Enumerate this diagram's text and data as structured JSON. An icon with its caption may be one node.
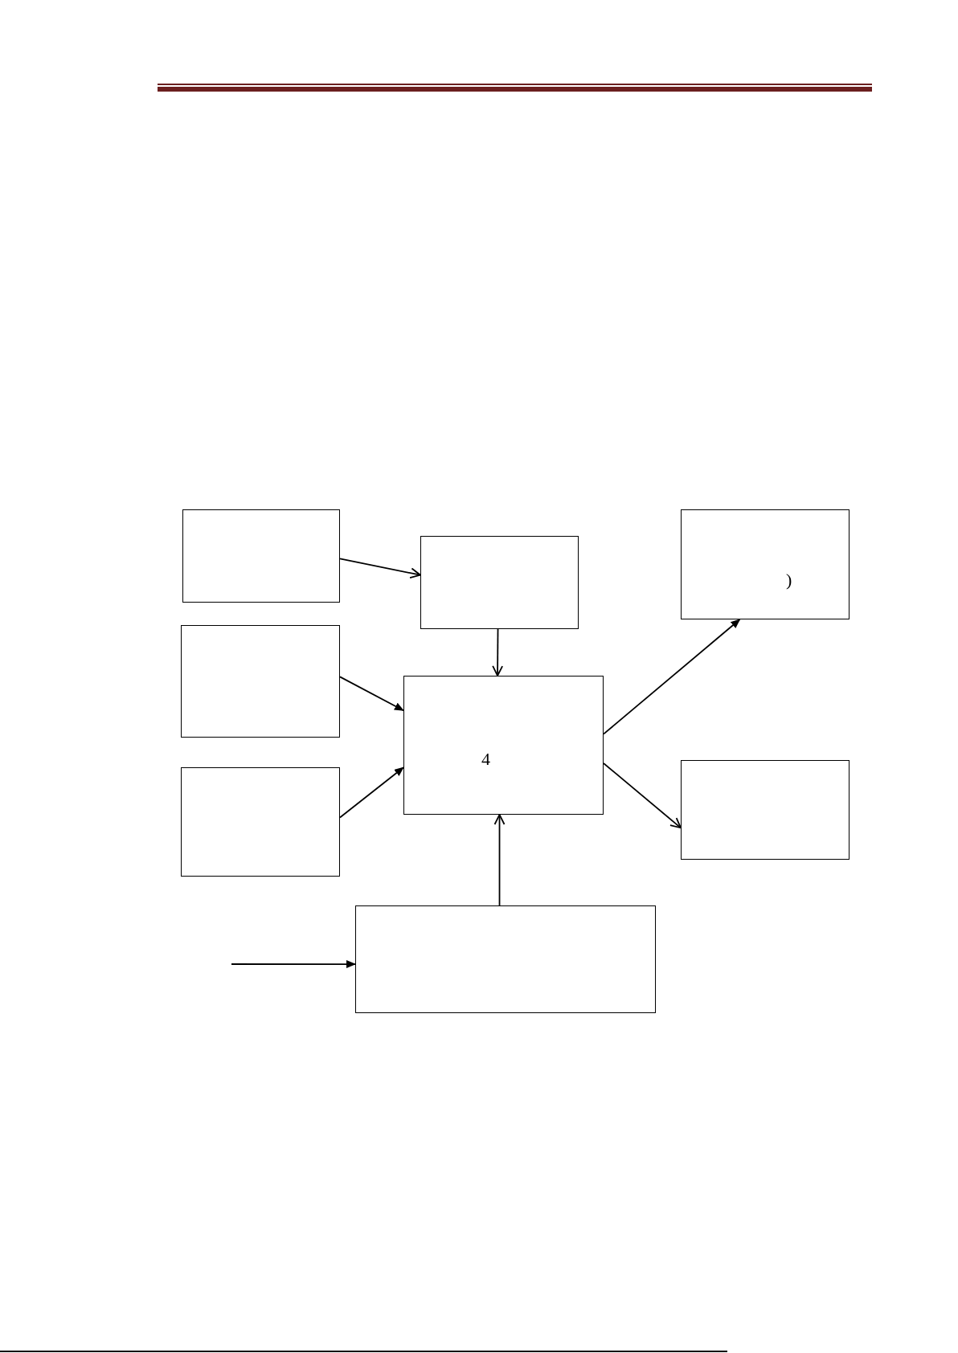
{
  "diagram": {
    "nodes": [
      {
        "text": [],
        "shape": "box"
      },
      {
        "text": [],
        "shape": "box"
      },
      {
        "text": [],
        "shape": "box"
      },
      {
        "text": [],
        "shape": "box"
      },
      {
        "text": [
          "4"
        ]
      },
      {
        "text": [
          ")"
        ]
      },
      {
        "text": [],
        "shape": "box"
      },
      {
        "text": [],
        "shape": "box"
      }
    ],
    "edges": [
      {
        "from": 0,
        "to": 3,
        "arrow": "to"
      },
      {
        "from": 1,
        "to": 4,
        "arrow": "to"
      },
      {
        "from": 2,
        "to": 4,
        "arrow": "to"
      },
      {
        "from": 3,
        "to": 4,
        "arrow": "to"
      },
      {
        "from": 4,
        "to": 5,
        "arrow": "to"
      },
      {
        "from": 4,
        "to": 6,
        "arrow": "to"
      },
      {
        "from": 7,
        "to": 4,
        "arrow": "to"
      },
      {
        "from": null,
        "to": 7,
        "arrow": "to"
      }
    ]
  }
}
